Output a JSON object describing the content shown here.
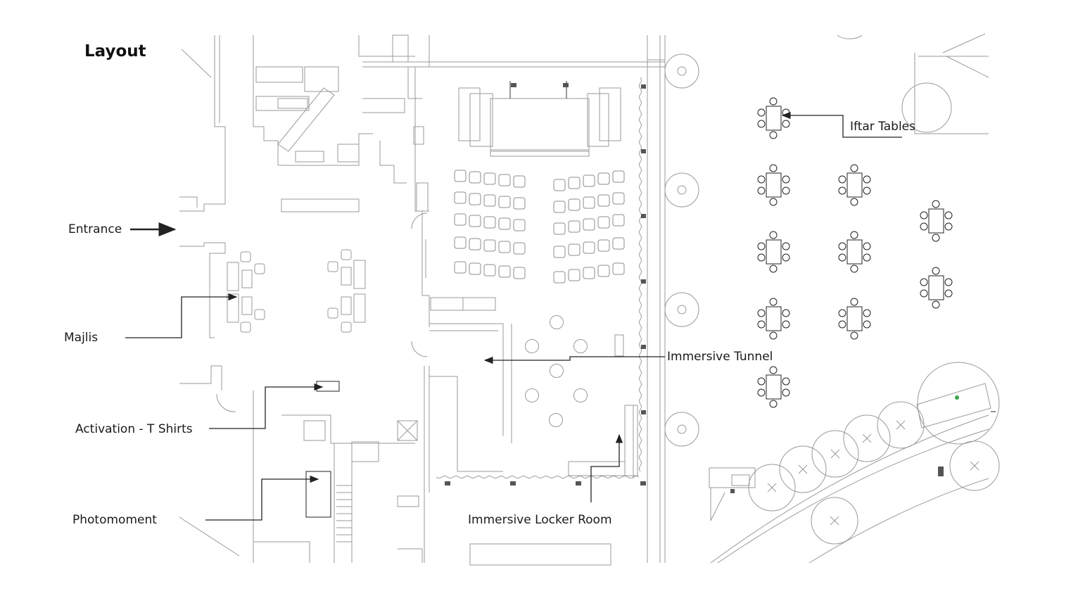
{
  "page": {
    "title": "Layout"
  },
  "labels": {
    "entrance": "Entrance",
    "majlis": "Majlis",
    "activation": "Activation - T Shirts",
    "photomoment": "Photomoment",
    "immersive_locker_room": "Immersive Locker Room",
    "immersive_tunnel": "Immersive Tunnel",
    "iftar_tables": "Iftar Tables"
  },
  "colors": {
    "line": "#8a8a8a",
    "dark": "#222222",
    "accent_green": "#3aa64a"
  }
}
